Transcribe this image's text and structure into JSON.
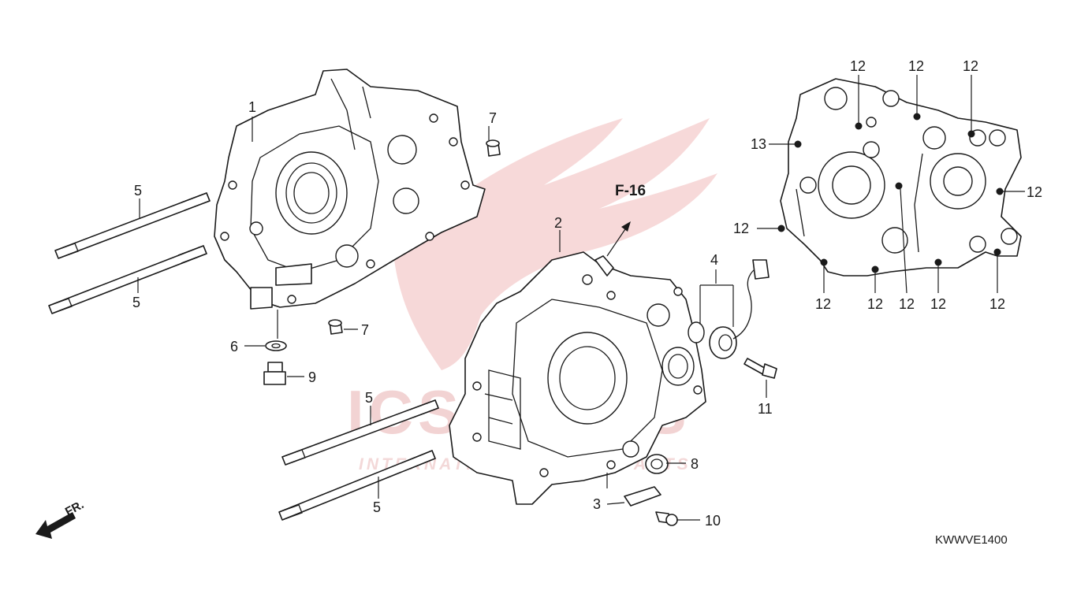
{
  "diagram": {
    "catalog_code": "KWWVE1400",
    "ref_label": "F-16",
    "front_label": "FR.",
    "watermark": {
      "brand": "ICSPARTS",
      "tagline": "INTERNATIONAL CYCLE PARTS",
      "color": "#e9a3a3"
    },
    "callouts": {
      "c1": "1",
      "c2": "2",
      "c3": "3",
      "c4": "4",
      "c5a": "5",
      "c5b": "5",
      "c5c": "5",
      "c5d": "5",
      "c6": "6",
      "c7a": "7",
      "c7b": "7",
      "c8": "8",
      "c9": "9",
      "c10": "10",
      "c11": "11",
      "c12a": "12",
      "c12b": "12",
      "c12c": "12",
      "c12d": "12",
      "c12e": "12",
      "c12f": "12",
      "c12g": "12",
      "c12h": "12",
      "c12i": "12",
      "c12j": "12",
      "c13": "13"
    }
  }
}
